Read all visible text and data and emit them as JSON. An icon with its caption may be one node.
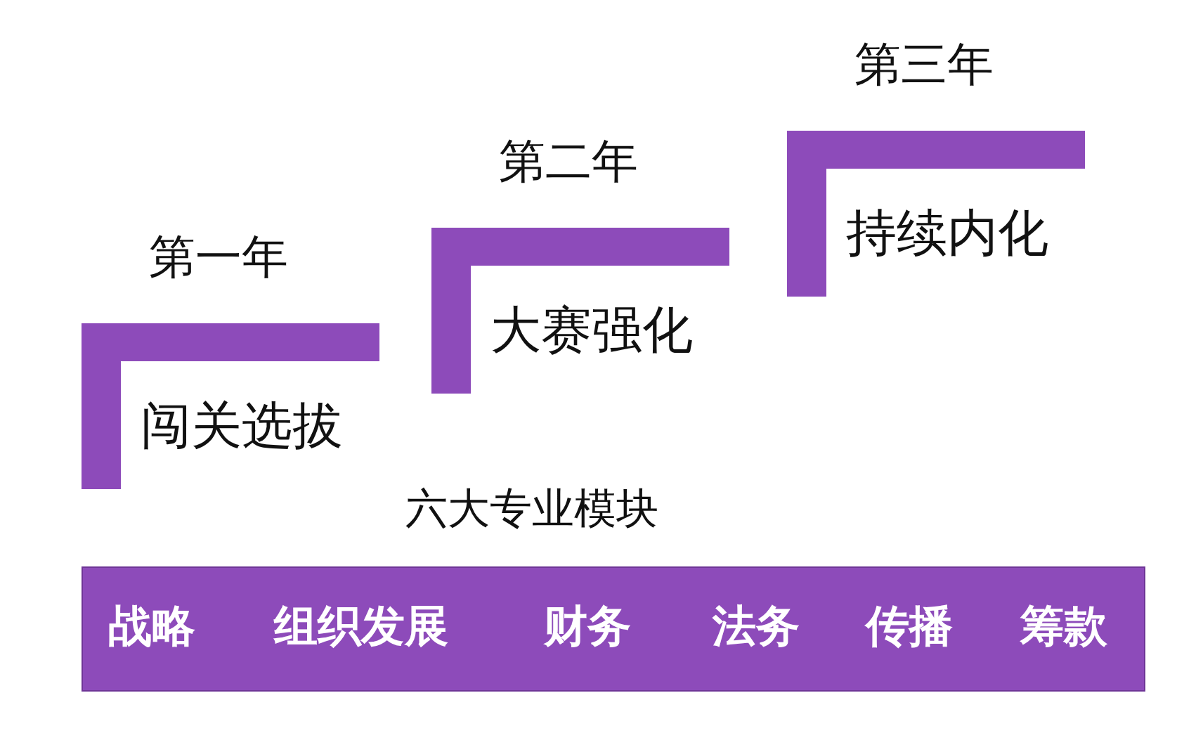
{
  "diagram": {
    "nodes": [
      {
        "text": [
          "第一年",
          "闯关选拔"
        ]
      },
      {
        "text": [
          "第二年",
          "大赛强化"
        ]
      },
      {
        "text": [
          "第三年",
          "持续内化"
        ]
      },
      {
        "text": [
          "六大专业模块",
          "战略",
          "组织发展",
          "财务",
          "法务",
          "传播",
          "筹款"
        ]
      }
    ],
    "edges": []
  }
}
